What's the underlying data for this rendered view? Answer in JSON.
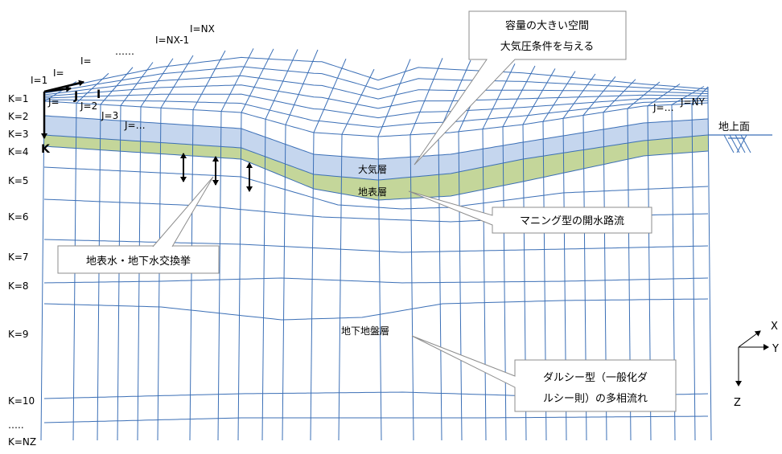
{
  "index_labels": {
    "i_1": "I=1",
    "i_2": "I=",
    "i_3": "I=",
    "i_dots": "……",
    "i_nx1": "I=NX-1",
    "i_nx": "I=NX",
    "j_1": "J=",
    "j_2": "J=2",
    "j_3": "J=3",
    "j_dots": "J=…",
    "j_ny1": "J=…",
    "j_ny": "J=NY",
    "k_levels": [
      "K=1",
      "K=2",
      "K=3",
      "K=4",
      "K=5",
      "K=6",
      "K=7",
      "K=8",
      "K=9",
      "K=10"
    ],
    "k_dots": "…..",
    "k_nz": "K=NZ"
  },
  "axis_labels": {
    "i": "I",
    "j": "J",
    "k": "K"
  },
  "layers": {
    "atmosphere": "大気層",
    "surface": "地表層",
    "underground": "地下地盤層"
  },
  "callouts": {
    "top_line1": "容量の大きい空間",
    "top_line2": "大気圧条件を与える",
    "manning": "マニング型の開水路流",
    "exchange": "地表水・地下水交換挙",
    "darcy_line1": "ダルシー型（一般化ダ",
    "darcy_line2": "ルシー則）の多相流れ"
  },
  "ground_label": "地上面",
  "coord_axes": {
    "x": "X",
    "y": "Y",
    "z": "Z"
  },
  "colors": {
    "grid": "#3b6fb6",
    "atmosphere_fill": "#c5d6ee",
    "surface_fill": "#c4d69a",
    "callout_border": "#8c8c8c",
    "arrow": "#000000"
  }
}
